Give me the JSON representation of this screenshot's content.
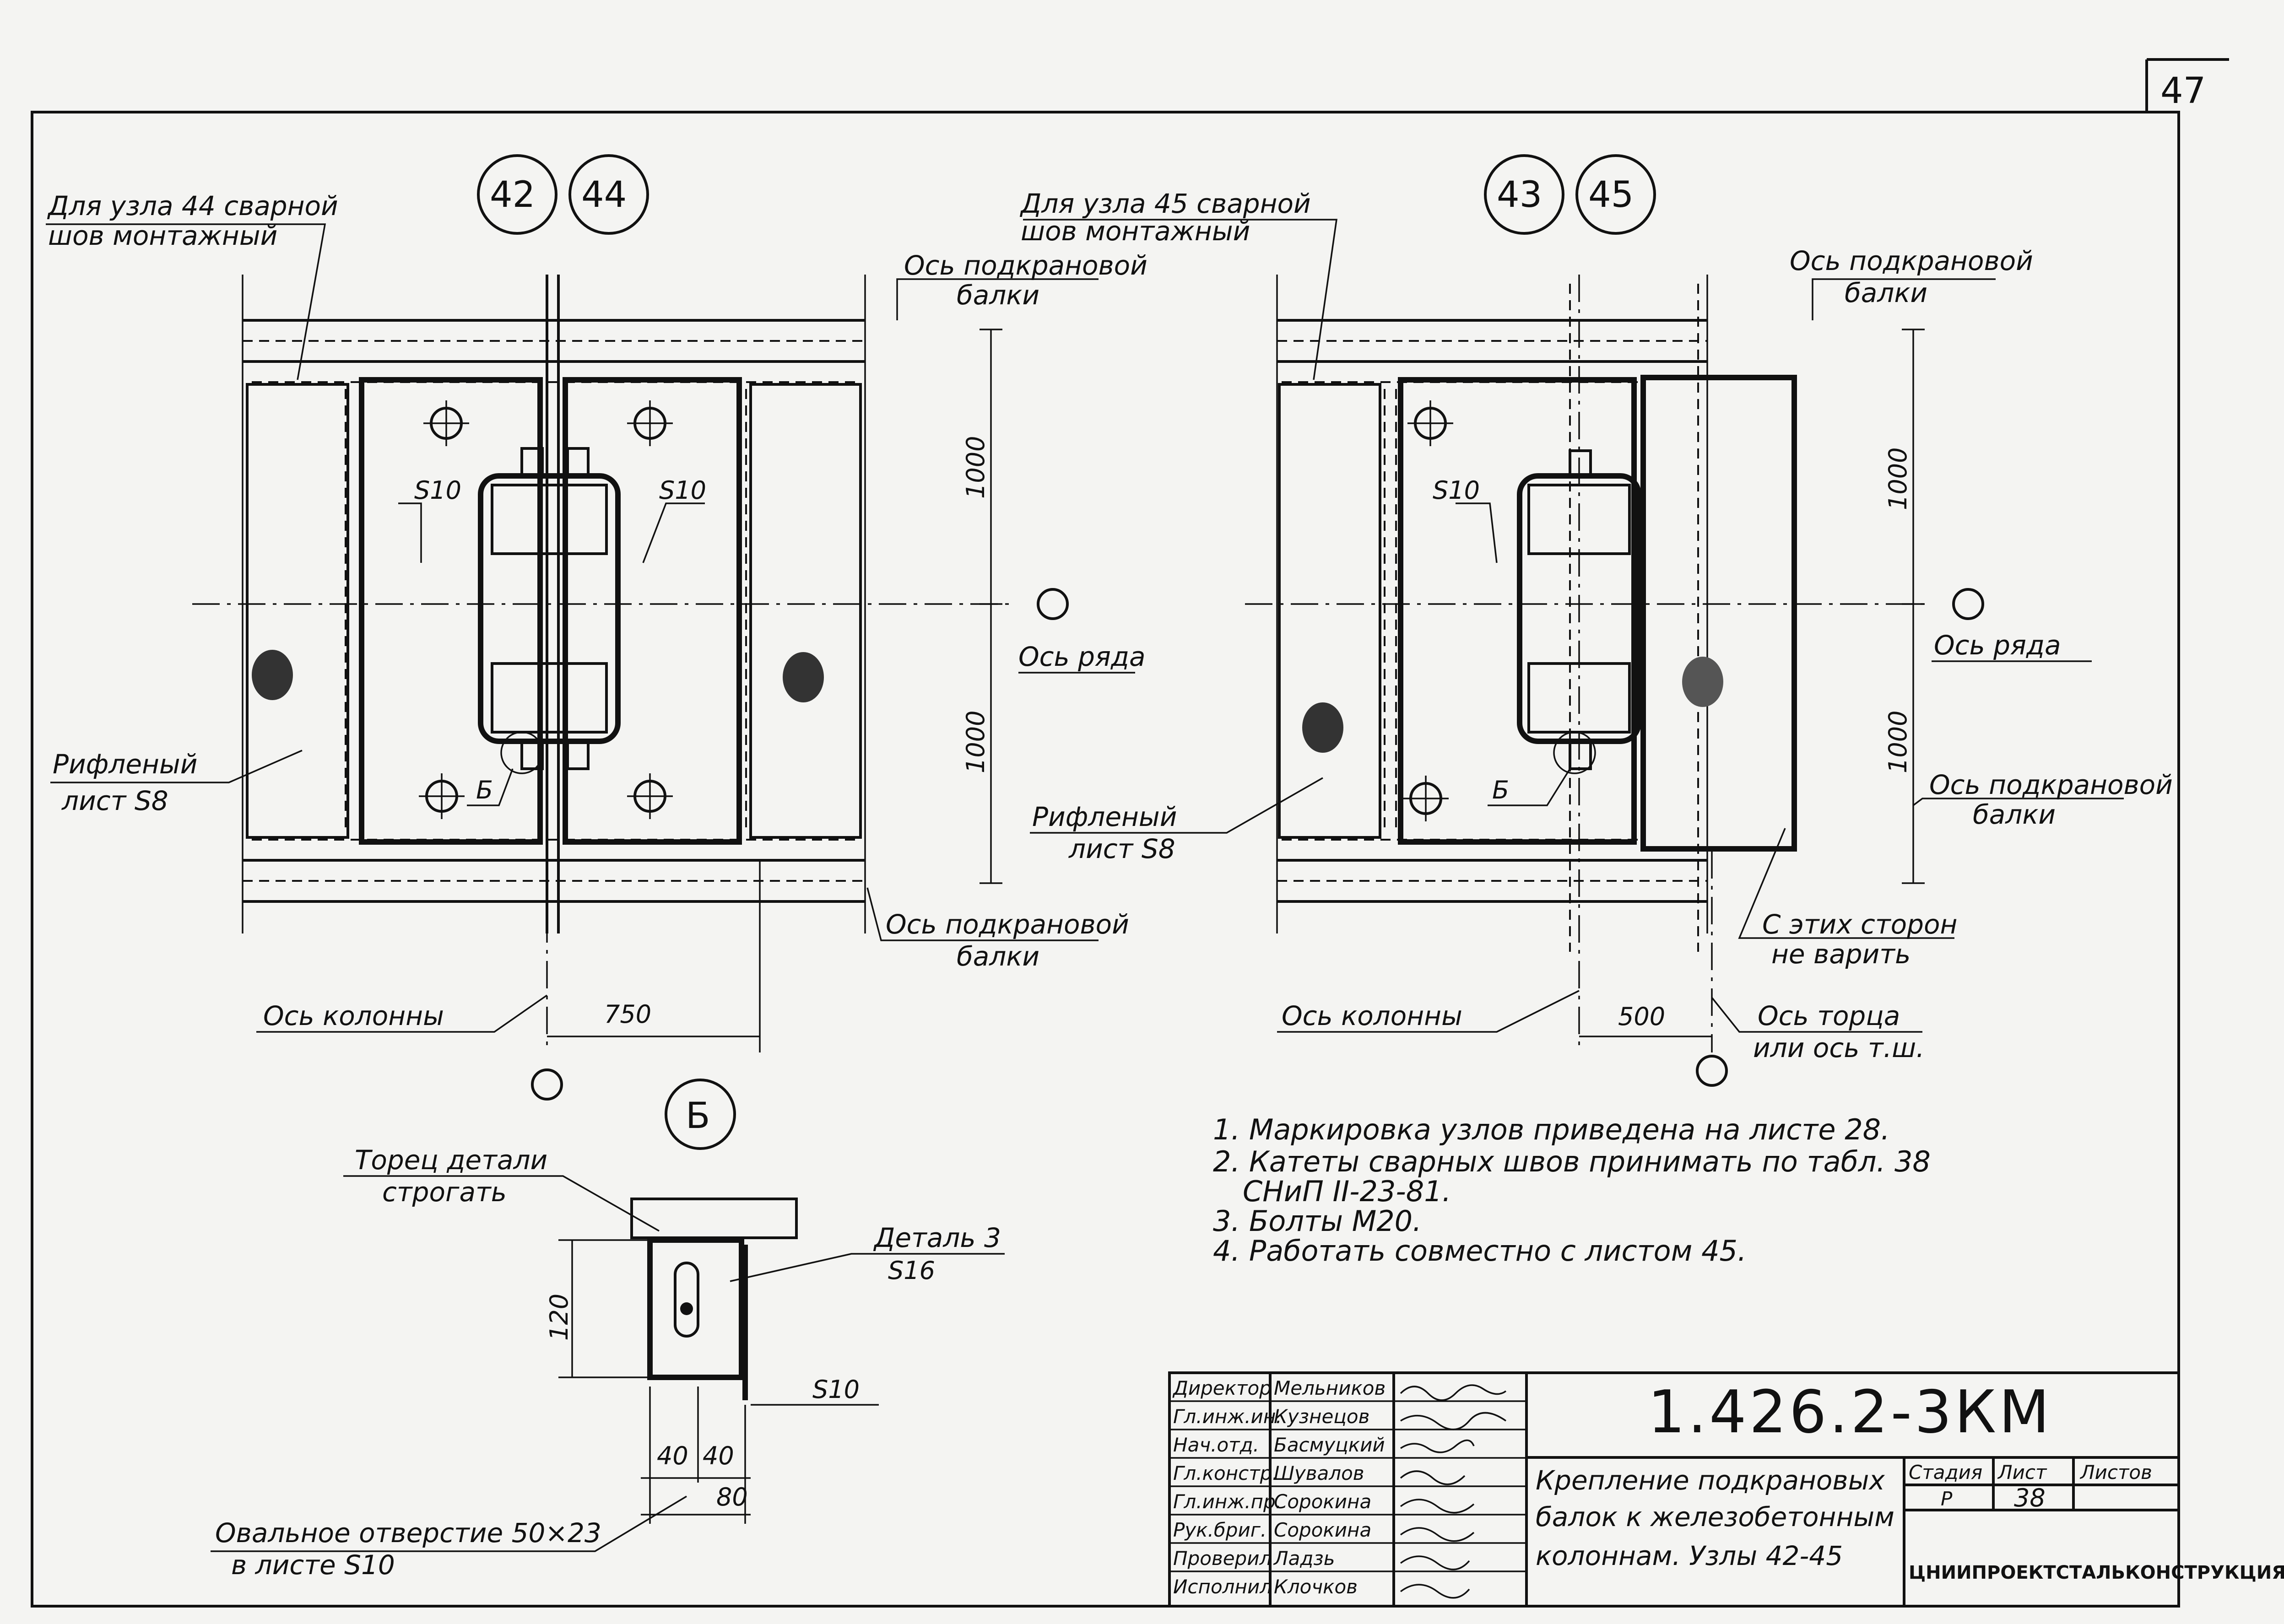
{
  "sheet_corner": "47",
  "left_view": {
    "node_marks": [
      "42",
      "44"
    ],
    "weld_note_1": "Для узла 44 сварной",
    "weld_note_2": "шов монтажный",
    "beam_axis_top_1": "Ось подкрановой",
    "beam_axis_top_2": "балки",
    "beam_axis_bottom_1": "Ось подкрановой",
    "beam_axis_bottom_2": "балки",
    "plate_left": "S10",
    "plate_right": "S10",
    "dim_upper": "1000",
    "dim_lower": "1000",
    "row_axis": "Ось ряда",
    "riffled_1": "Рифленый",
    "riffled_2": "лист S8",
    "detail_callout": "Б",
    "column_axis": "Ось колонны",
    "dim_horizontal": "750"
  },
  "right_view": {
    "node_marks": [
      "43",
      "45"
    ],
    "weld_note_1": "Для узла 45 сварной",
    "weld_note_2": "шов монтажный",
    "beam_axis_top_1": "Ось подкрановой",
    "beam_axis_top_2": "балки",
    "beam_axis_bottom_1": "Ось подкрановой",
    "beam_axis_bottom_2": "балки",
    "plate": "S10",
    "dim_upper": "1000",
    "dim_lower": "1000",
    "row_axis": "Ось ряда",
    "riffled_1": "Рифленый",
    "riffled_2": "лист S8",
    "detail_callout": "Б",
    "no_weld_1": "С этих сторон",
    "no_weld_2": "не варить",
    "column_axis": "Ось колонны",
    "dim_horizontal": "500",
    "end_axis_1": "Ось торца",
    "end_axis_2": "или ось т.ш."
  },
  "detail_b": {
    "mark": "Б",
    "face_note_1": "Торец детали",
    "face_note_2": "строгать",
    "part_1": "Деталь 3",
    "part_2": "S16",
    "dim_height": "120",
    "plate": "S10",
    "dim_a": "40",
    "dim_b": "40",
    "dim_total": "80",
    "hole_1": "Овальное отверстие 50×23",
    "hole_2": "в листе S10"
  },
  "notes": [
    "1. Маркировка узлов приведена на листе 28.",
    "2. Катеты сварных швов принимать по табл. 38",
    "СНиП II-23-81.",
    "3. Болты М20.",
    "4. Работать совместно с листом 45."
  ],
  "title_block": {
    "roles": [
      "Директор",
      "Гл.инж.ин.",
      "Нач.отд.",
      "Гл.констр.",
      "Гл.инж.пр.",
      "Рук.бриг.",
      "Проверил",
      "Исполнил"
    ],
    "names": [
      "Мельников",
      "Кузнецов",
      "Басмуцкий",
      "Шувалов",
      "Сорокина",
      "Сорокина",
      "Ладзь",
      "Клочков"
    ],
    "code": "1.426.2-3КМ",
    "title_1": "Крепление подкрановых",
    "title_2": "балок к железобетонным",
    "title_3": "колоннам. Узлы 42-45",
    "stage_label": "Стадия",
    "sheet_label": "Лист",
    "sheets_label": "Листов",
    "stage": "Р",
    "sheet": "38",
    "organization": "ЦНИИПРОЕКТСТАЛЬКОНСТРУКЦИЯ"
  }
}
